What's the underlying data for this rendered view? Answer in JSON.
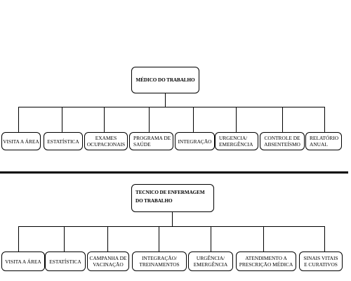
{
  "chart1": {
    "root": "MÉDICO DO TRABALHO",
    "children": [
      [
        "VISITA A ÁREA"
      ],
      [
        "ESTATÍSTICA"
      ],
      [
        "EXAMES",
        "OCUPACIONAIS"
      ],
      [
        "PROGRAMA DE",
        "SAÚDE"
      ],
      [
        "INTEGRAÇÃO"
      ],
      [
        "URGENCIA/",
        "EMERGÊNCIA"
      ],
      [
        "CONTROLE DE",
        "ABSENTEÍSMO"
      ],
      [
        "RELATÓRIO",
        "ANUAL"
      ]
    ]
  },
  "chart2": {
    "root": [
      "TECNICO DE ENFERMAGEM",
      "DO TRABALHO"
    ],
    "children": [
      [
        "VISITA A ÁREA"
      ],
      [
        "ESTATÍSTICA"
      ],
      [
        "CAMPANHA DE",
        "VACINAÇÃO"
      ],
      [
        "INTEGRAÇÃO/",
        "TREINAMENTOS"
      ],
      [
        "URGÊNCIA/",
        "EMERGÊNCIA"
      ],
      [
        "ATENDIMENTO A",
        "PRESCRIÇÃO MÉDICA"
      ],
      [
        "SINAIS VITAIS",
        "E CURATIVOS"
      ]
    ]
  }
}
